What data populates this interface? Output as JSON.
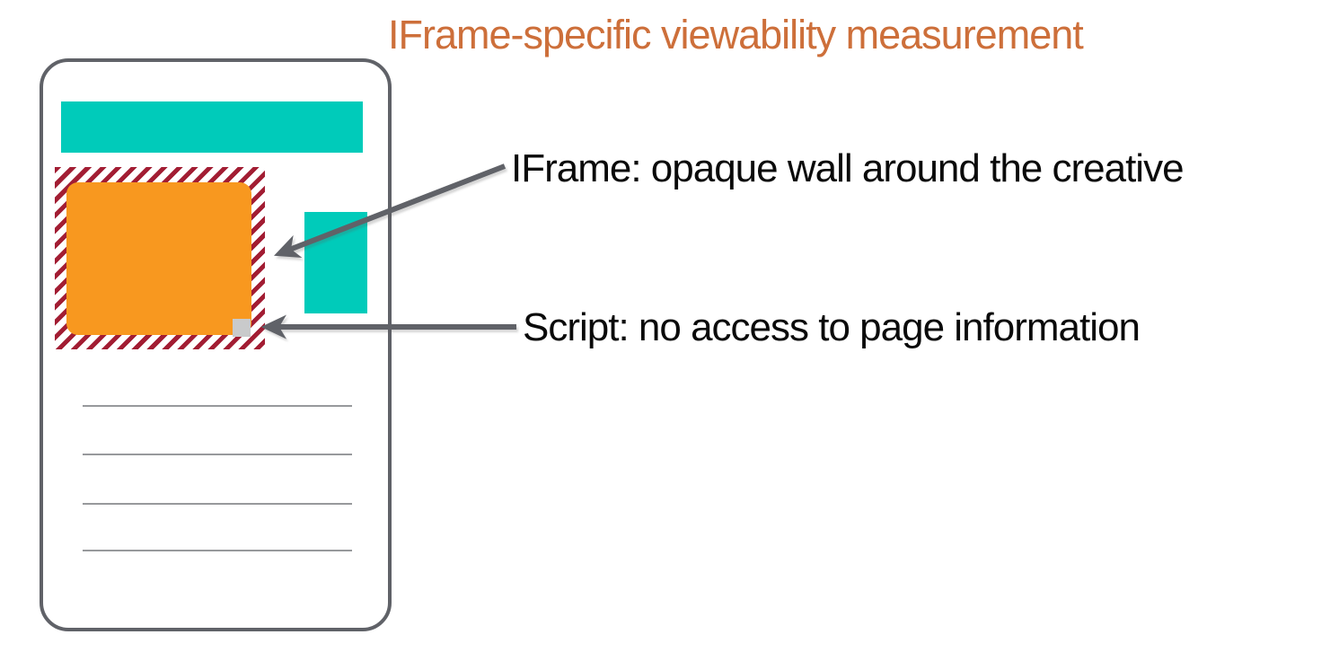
{
  "title": {
    "text": "IFrame-specific viewability measurement"
  },
  "annotations": [
    {
      "label": "IFrame: opaque wall around the creative",
      "target": "iframe-hatched-wall"
    },
    {
      "label": "Script: no access to page information",
      "target": "script-pixel"
    }
  ],
  "diagram": {
    "page_mockup": {
      "elements": [
        "page-header-placeholder",
        "iframe-hatched-wall",
        "ad-creative",
        "script-pixel",
        "sidebar-ad-placeholder"
      ],
      "text_line_count": 4
    }
  },
  "colors": {
    "title-orange": "#CD6F3A",
    "teal": "#00CBBA",
    "creative-orange": "#F8981F",
    "wall-maroon": "#A21D33",
    "outline-gray": "#606268",
    "pixel-gray": "#C9CACB",
    "line-gray": "#97999C",
    "label-black": "#0A0A0A",
    "background": "#FFFFFF"
  }
}
